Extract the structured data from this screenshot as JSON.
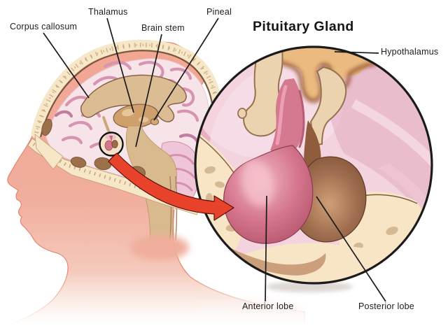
{
  "figure": {
    "title": "Pituitary Gland",
    "labels": {
      "corpus_callosum": "Corpus callosum",
      "thalamus": "Thalamus",
      "brain_stem": "Brain stem",
      "pineal": "Pineal",
      "hypothalamus": "Hypothalamus",
      "anterior_lobe": "Anterior lobe",
      "posterior_lobe": "Posterior lobe"
    }
  },
  "colors": {
    "skin": "#f2a593",
    "skin_deep": "#ee9480",
    "skull_bone": "#f6e7c9",
    "bone_speckle": "#c9a376",
    "brain": "#f7e4e9",
    "gyri": "#d794b0",
    "corpus_callosum": "#dcbd93",
    "thalamus": "#cfa06b",
    "brain_stem": "#d9b98e",
    "cerebellum": "#eec6d7",
    "sinus_cavity": "#9c7049",
    "inset_background": "#f3d4de",
    "hypothalamus": "#eaba80",
    "hypothalamus_shadow": "#9a5a34",
    "optic_chiasm": "#ebd3af",
    "stalk_pink": "#d5798f",
    "stalk_brown": "#8f5d3e",
    "anterior_lobe": "#d5768d",
    "posterior_lobe": "#9d6b4d",
    "sella_bone": "#f8e5c6",
    "bone_spot": "#d4ba94",
    "arrow": "#e8422b",
    "line": "#1a1a1a"
  }
}
